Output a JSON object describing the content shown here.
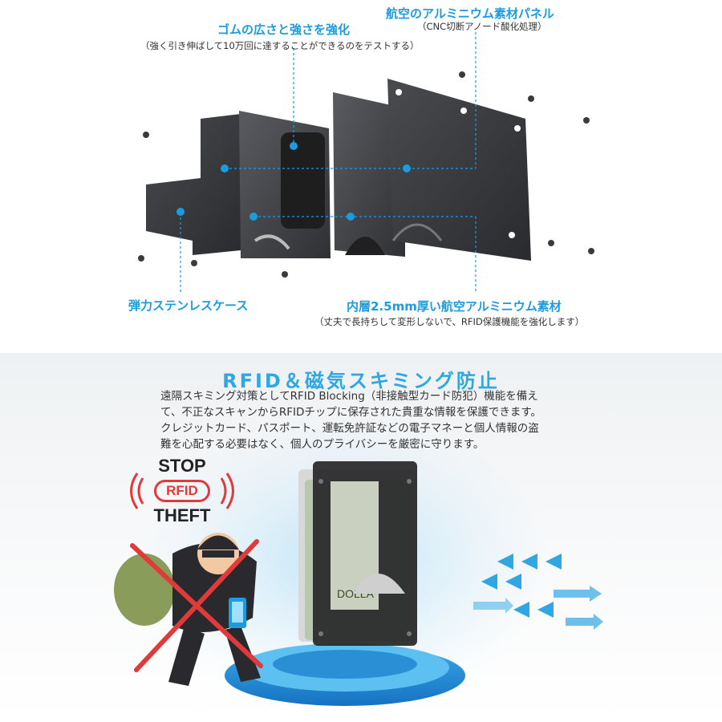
{
  "exploded_view": {
    "callouts": [
      {
        "id": "rubber",
        "title": "ゴムの広さと強さを強化",
        "subtitle": "（強く引き伸ばして10万回に達することができるのをテストする）"
      },
      {
        "id": "panel",
        "title": "航空のアルミニウム素材パネル",
        "subtitle": "（CNC切断アノード酸化処理）"
      },
      {
        "id": "steel",
        "title": "弾力ステンレスケース",
        "subtitle": ""
      },
      {
        "id": "inner",
        "title": "内層2.5mm厚い航空アルミニウム素材",
        "subtitle": "（丈夫で長持ちして変形しないで、RFID保護機能を強化します）"
      }
    ]
  },
  "rfid_section": {
    "title": "RFID＆磁気スキミング防止",
    "body_lines": [
      "遠隔スキミング対策としてRFID Blocking（非接触型カード防犯）機能を備え",
      "て、不正なスキャンからRFIDチップに保存された貴重な情報を保護できます。",
      "クレジットカード、パスポート、運転免許証などの電子マネーと個人情報の盗",
      "難を心配する必要はなく、個人のプライバシーを厳密に守ります。"
    ],
    "stop_sign": {
      "top": "STOP",
      "badge": "RFID",
      "bottom": "THEFT"
    }
  },
  "colors": {
    "accent": "#1d9be0",
    "warning": "#e03a3a",
    "metal": "#2b2b2d"
  }
}
